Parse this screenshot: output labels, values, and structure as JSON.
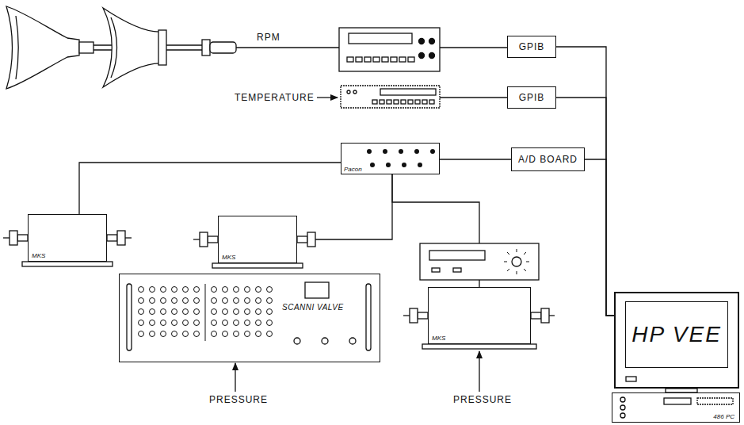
{
  "diagram": {
    "nodes": [
      {
        "text": [
          "GPIB"
        ]
      },
      {
        "text": [
          "GPIB"
        ]
      },
      {
        "text": [
          "Pacon"
        ]
      },
      {
        "text": [
          "A/D BOARD"
        ]
      },
      {
        "text": [
          "MKS"
        ]
      },
      {
        "text": [
          "MKS"
        ]
      },
      {
        "text": [
          "SCANNI VALVE"
        ]
      },
      {
        "text": [
          "MKS"
        ]
      },
      {
        "text": [
          "HP VEE"
        ]
      },
      {
        "text": [
          "486 PC"
        ]
      }
    ],
    "edges": [
      {
        "from": 0,
        "to": 8,
        "arrow": "none"
      },
      {
        "from": 1,
        "to": 8,
        "arrow": "none"
      },
      {
        "from": 3,
        "to": 8,
        "arrow": "none"
      },
      {
        "from": 2,
        "to": 3,
        "arrow": "none"
      },
      {
        "from": 2,
        "to": 4,
        "arrow": "none"
      },
      {
        "from": 2,
        "to": 5,
        "arrow": "none"
      },
      {
        "from": 2,
        "to": 7,
        "arrow": "none"
      }
    ],
    "labels": [
      "RPM",
      "TEMPERATURE",
      "PRESSURE",
      "PRESSURE"
    ]
  }
}
